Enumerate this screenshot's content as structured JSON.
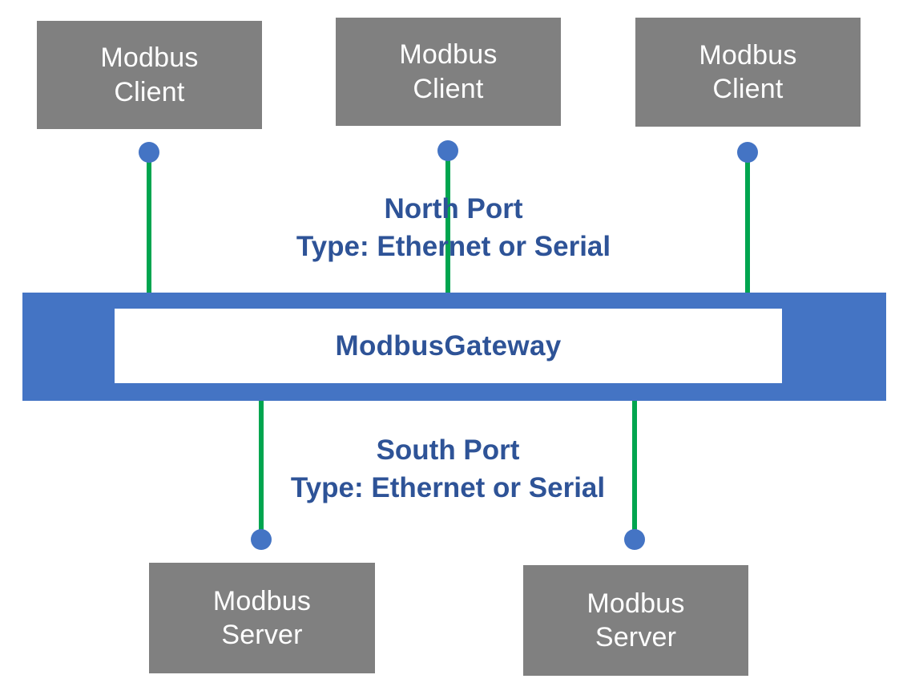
{
  "diagram": {
    "title": "Modbus Gateway north/south port topology",
    "colors": {
      "node_fill": "#808080",
      "node_text": "#ffffff",
      "gateway_fill": "#4474c4",
      "gateway_inner_fill": "#ffffff",
      "gateway_text": "#2e5397",
      "connector_line": "#00a54f",
      "connector_dot": "#4474c4",
      "label_text": "#2e5397",
      "background": "#ffffff"
    },
    "clients": [
      {
        "label": "Modbus\nClient"
      },
      {
        "label": "Modbus\nClient"
      },
      {
        "label": "Modbus\nClient"
      }
    ],
    "gateway": {
      "label": "ModbusGateway"
    },
    "servers": [
      {
        "label": "Modbus\nServer"
      },
      {
        "label": "Modbus\nServer"
      }
    ],
    "ports": {
      "north": {
        "title": "North Port",
        "type": "Type: Ethernet or Serial"
      },
      "south": {
        "title": "South Port",
        "type": "Type: Ethernet or Serial"
      }
    },
    "connectors": {
      "north_dot_name": "north-port-connector-dot",
      "south_dot_name": "south-port-connector-dot",
      "line_name": "connector-link-line"
    }
  }
}
